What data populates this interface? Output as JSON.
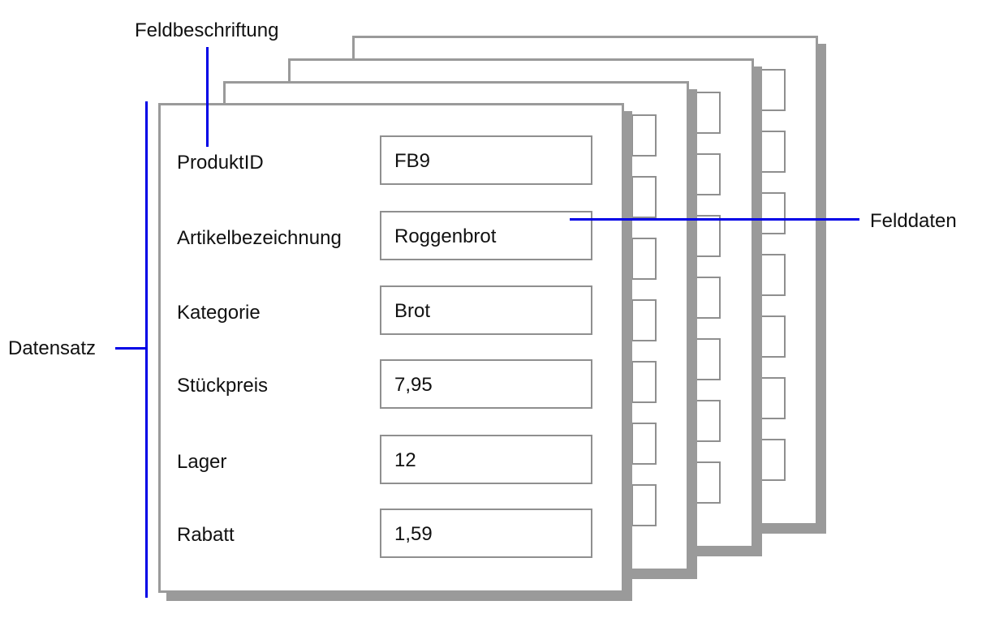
{
  "annotations": {
    "feldbeschriftung": "Feldbeschriftung",
    "felddaten": "Felddaten",
    "datensatz": "Datensatz"
  },
  "record": {
    "fields": [
      {
        "label": "ProduktID",
        "value": "FB9"
      },
      {
        "label": "Artikelbezeichnung",
        "value": "Roggenbrot"
      },
      {
        "label": "Kategorie",
        "value": "Brot"
      },
      {
        "label": "Stückpreis",
        "value": "7,95"
      },
      {
        "label": "Lager",
        "value": "12"
      },
      {
        "label": "Rabatt",
        "value": "1,59"
      }
    ]
  },
  "colors": {
    "accent": "#0000e6",
    "card_border": "#9a9a9a",
    "field_border": "#8f8f8f"
  }
}
